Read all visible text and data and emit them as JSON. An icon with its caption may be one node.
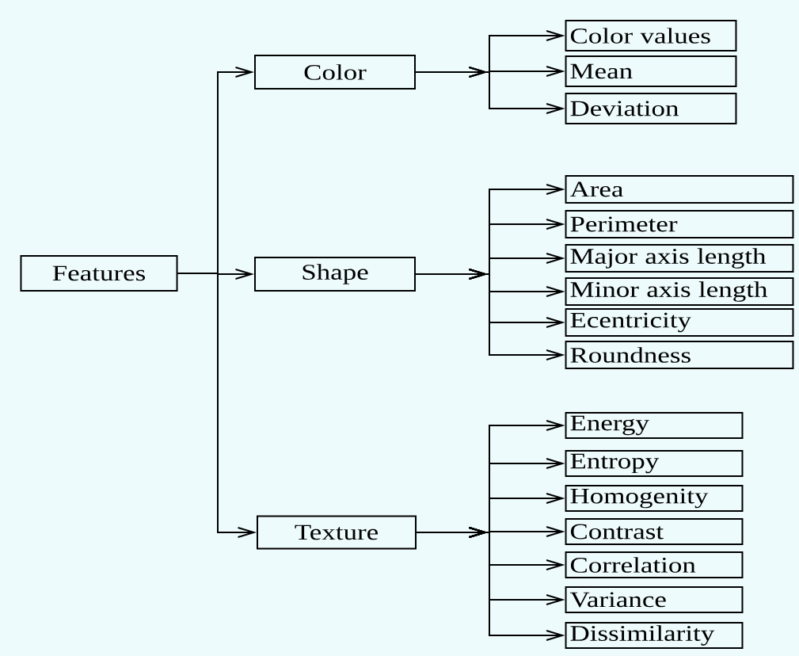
{
  "diagram": {
    "nodes": [
      {
        "text": [
          "Features"
        ]
      },
      {
        "text": [
          "Color"
        ]
      },
      {
        "text": [
          "Shape"
        ]
      },
      {
        "text": [
          "Texture"
        ]
      },
      {
        "text": [
          "Color values"
        ]
      },
      {
        "text": [
          "Mean"
        ]
      },
      {
        "text": [
          "Deviation"
        ]
      },
      {
        "text": [
          "Area"
        ]
      },
      {
        "text": [
          "Perimeter"
        ]
      },
      {
        "text": [
          "Major axis length"
        ]
      },
      {
        "text": [
          "Minor axis length"
        ]
      },
      {
        "text": [
          "Ecentricity"
        ]
      },
      {
        "text": [
          "Roundness"
        ]
      },
      {
        "text": [
          "Energy"
        ]
      },
      {
        "text": [
          "Entropy"
        ]
      },
      {
        "text": [
          "Homogenity"
        ]
      },
      {
        "text": [
          "Contrast"
        ]
      },
      {
        "text": [
          "Correlation"
        ]
      },
      {
        "text": [
          "Variance"
        ]
      },
      {
        "text": [
          "Dissimilarity"
        ]
      }
    ],
    "edges": [
      {
        "from": 0,
        "to": 1,
        "arrow": "to"
      },
      {
        "from": 0,
        "to": 2,
        "arrow": "to"
      },
      {
        "from": 0,
        "to": 3,
        "arrow": "to"
      },
      {
        "from": 1,
        "to": 4,
        "arrow": "to"
      },
      {
        "from": 1,
        "to": 5,
        "arrow": "to"
      },
      {
        "from": 1,
        "to": 6,
        "arrow": "to"
      },
      {
        "from": 2,
        "to": 7,
        "arrow": "to"
      },
      {
        "from": 2,
        "to": 8,
        "arrow": "to"
      },
      {
        "from": 2,
        "to": 9,
        "arrow": "to"
      },
      {
        "from": 2,
        "to": 10,
        "arrow": "to"
      },
      {
        "from": 2,
        "to": 11,
        "arrow": "to"
      },
      {
        "from": 2,
        "to": 12,
        "arrow": "to"
      },
      {
        "from": 3,
        "to": 13,
        "arrow": "to"
      },
      {
        "from": 3,
        "to": 14,
        "arrow": "to"
      },
      {
        "from": 3,
        "to": 15,
        "arrow": "to"
      },
      {
        "from": 3,
        "to": 16,
        "arrow": "to"
      },
      {
        "from": 3,
        "to": 17,
        "arrow": "to"
      },
      {
        "from": 3,
        "to": 18,
        "arrow": "to"
      },
      {
        "from": 3,
        "to": 19,
        "arrow": "to"
      }
    ]
  }
}
